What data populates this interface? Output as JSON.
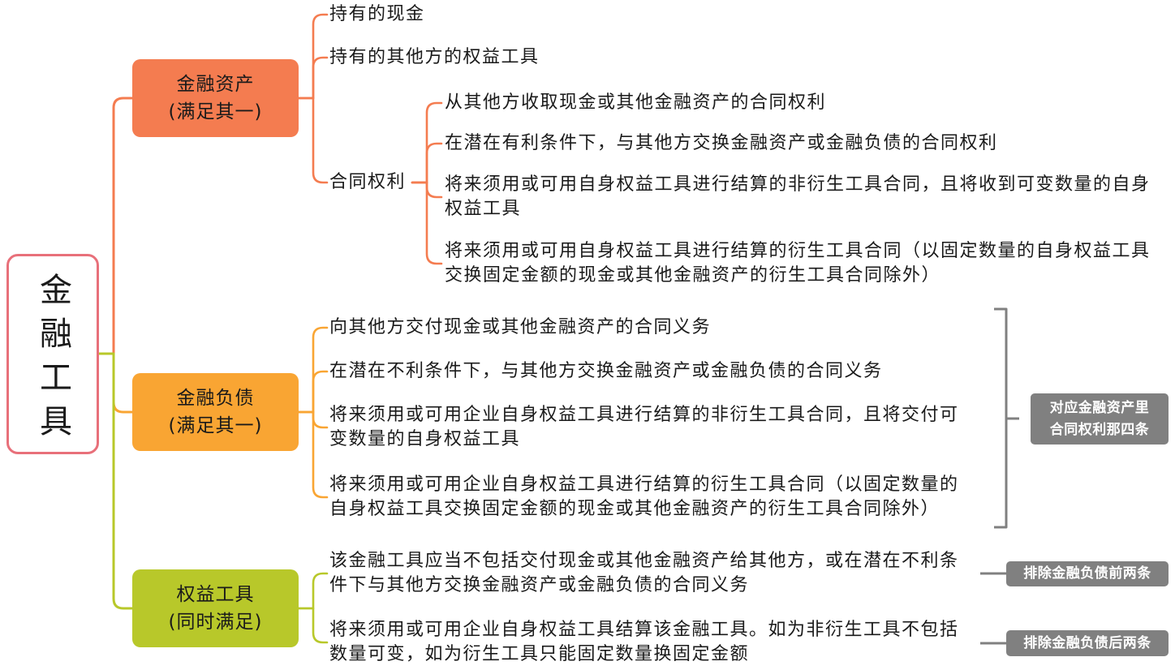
{
  "colors": {
    "root_border": "#e8707a",
    "asset": "#f47c50",
    "liability": "#f9a533",
    "equity": "#b8c82a",
    "note": "#808080",
    "note_text": "#ffffff",
    "text": "#1a1a1a"
  },
  "root": {
    "label": "金融工具"
  },
  "branches": {
    "asset": {
      "title": "金融资产",
      "condition": "(满足其一)",
      "items": [
        {
          "lines": [
            "持有的现金"
          ]
        },
        {
          "lines": [
            "持有的其他方的权益工具"
          ]
        },
        {
          "lines": [
            "合同权利"
          ]
        }
      ],
      "contract_rights": {
        "items": [
          {
            "lines": [
              "从其他方收取现金或其他金融资产的合同权利"
            ]
          },
          {
            "lines": [
              "在潜在有利条件下，与其他方交换金融资产或金融负债的合同权利"
            ]
          },
          {
            "lines": [
              "将来须用或可用自身权益工具进行结算的非衍生工具合同，且将收到可变数量的自身",
              "权益工具"
            ]
          },
          {
            "lines": [
              "将来须用或可用自身权益工具进行结算的衍生工具合同（以固定数量的自身权益工具",
              "交换固定金额的现金或其他金融资产的衍生工具合同除外）"
            ]
          }
        ]
      }
    },
    "liability": {
      "title": "金融负债",
      "condition": "(满足其一)",
      "items": [
        {
          "lines": [
            "向其他方交付现金或其他金融资产的合同义务"
          ]
        },
        {
          "lines": [
            "在潜在不利条件下，与其他方交换金融资产或金融负债的合同义务"
          ]
        },
        {
          "lines": [
            "将来须用或可用企业自身权益工具进行结算的非衍生工具合同，且将交付可",
            "变数量的自身权益工具"
          ]
        },
        {
          "lines": [
            "将来须用或可用企业自身权益工具进行结算的衍生工具合同（以固定数量的",
            "自身权益工具交换固定金额的现金或其他金融资产的衍生工具合同除外）"
          ]
        }
      ],
      "note": {
        "lines": [
          "对应金融资产里",
          "合同权利那四条"
        ]
      }
    },
    "equity": {
      "title": "权益工具",
      "condition": "(同时满足)",
      "items": [
        {
          "lines": [
            "该金融工具应当不包括交付现金或其他金融资产给其他方，或在潜在不利条",
            "件下与其他方交换金融资产或金融负债的合同义务"
          ],
          "note": "排除金融负债前两条"
        },
        {
          "lines": [
            "将来须用或可用企业自身权益工具结算该金融工具。如为非衍生工具不包括",
            "数量可变，如为衍生工具只能固定数量换固定金额"
          ],
          "note": "排除金融负债后两条"
        }
      ]
    }
  }
}
